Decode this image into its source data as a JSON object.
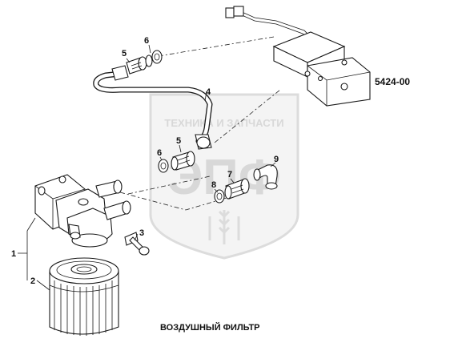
{
  "diagram": {
    "caption": "ВОЗДУШНЫЙ ФИЛЬТР",
    "code": "5424-00",
    "watermark": {
      "top_text": "ТЕХНИКА И ЗАПЧАСТИ",
      "big_text": "ЭПФ"
    },
    "callouts": {
      "c1": "1",
      "c2": "2",
      "c3": "3",
      "c4": "4",
      "c5a": "5",
      "c6a": "6",
      "c5b": "5",
      "c6b": "6",
      "c7": "7",
      "c8": "8",
      "c9": "9"
    }
  }
}
